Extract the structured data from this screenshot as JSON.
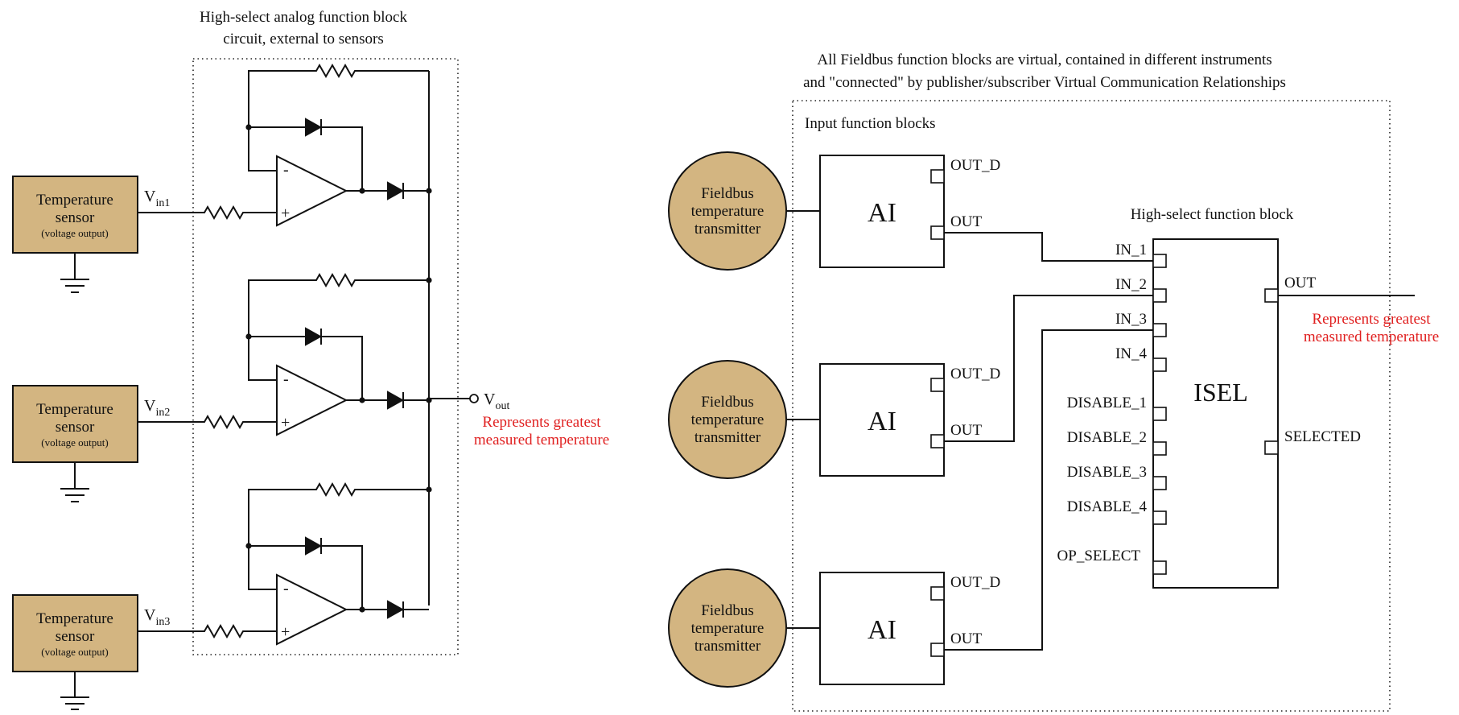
{
  "left_panel": {
    "caption_line1": "High-select analog function block",
    "caption_line2": "circuit, external to sensors",
    "sensors": [
      {
        "line1": "Temperature",
        "line2": "sensor",
        "line3": "(voltage output)",
        "vin_main": "V",
        "vin_sub": "in1"
      },
      {
        "line1": "Temperature",
        "line2": "sensor",
        "line3": "(voltage output)",
        "vin_main": "V",
        "vin_sub": "in2"
      },
      {
        "line1": "Temperature",
        "line2": "sensor",
        "line3": "(voltage output)",
        "vin_main": "V",
        "vin_sub": "in3"
      }
    ],
    "opamp_minus": "-",
    "opamp_plus": "+",
    "vout_main": "V",
    "vout_sub": "out",
    "note_line1": "Represents greatest",
    "note_line2": "measured temperature",
    "note_color": "#e02020"
  },
  "right_panel": {
    "caption_line1": "All Fieldbus function blocks are virtual, contained in different instruments",
    "caption_line2": "and \"connected\" by publisher/subscriber Virtual Communication Relationships",
    "input_group_label": "Input function blocks",
    "transmitters": [
      {
        "line1": "Fieldbus",
        "line2": "temperature",
        "line3": "transmitter"
      },
      {
        "line1": "Fieldbus",
        "line2": "temperature",
        "line3": "transmitter"
      },
      {
        "line1": "Fieldbus",
        "line2": "temperature",
        "line3": "transmitter"
      }
    ],
    "ai_blocks": [
      {
        "name": "AI",
        "out_d": "OUT_D",
        "out": "OUT"
      },
      {
        "name": "AI",
        "out_d": "OUT_D",
        "out": "OUT"
      },
      {
        "name": "AI",
        "out_d": "OUT_D",
        "out": "OUT"
      }
    ],
    "isel": {
      "title": "High-select function block",
      "name": "ISEL",
      "inputs": [
        "IN_1",
        "IN_2",
        "IN_3",
        "IN_4",
        "DISABLE_1",
        "DISABLE_2",
        "DISABLE_3",
        "DISABLE_4",
        "OP_SELECT"
      ],
      "out_label": "OUT",
      "selected_label": "SELECTED"
    },
    "note_line1": "Represents greatest",
    "note_line2": "measured temperature",
    "note_color": "#e02020",
    "sensor_fill": "#d3b581"
  }
}
